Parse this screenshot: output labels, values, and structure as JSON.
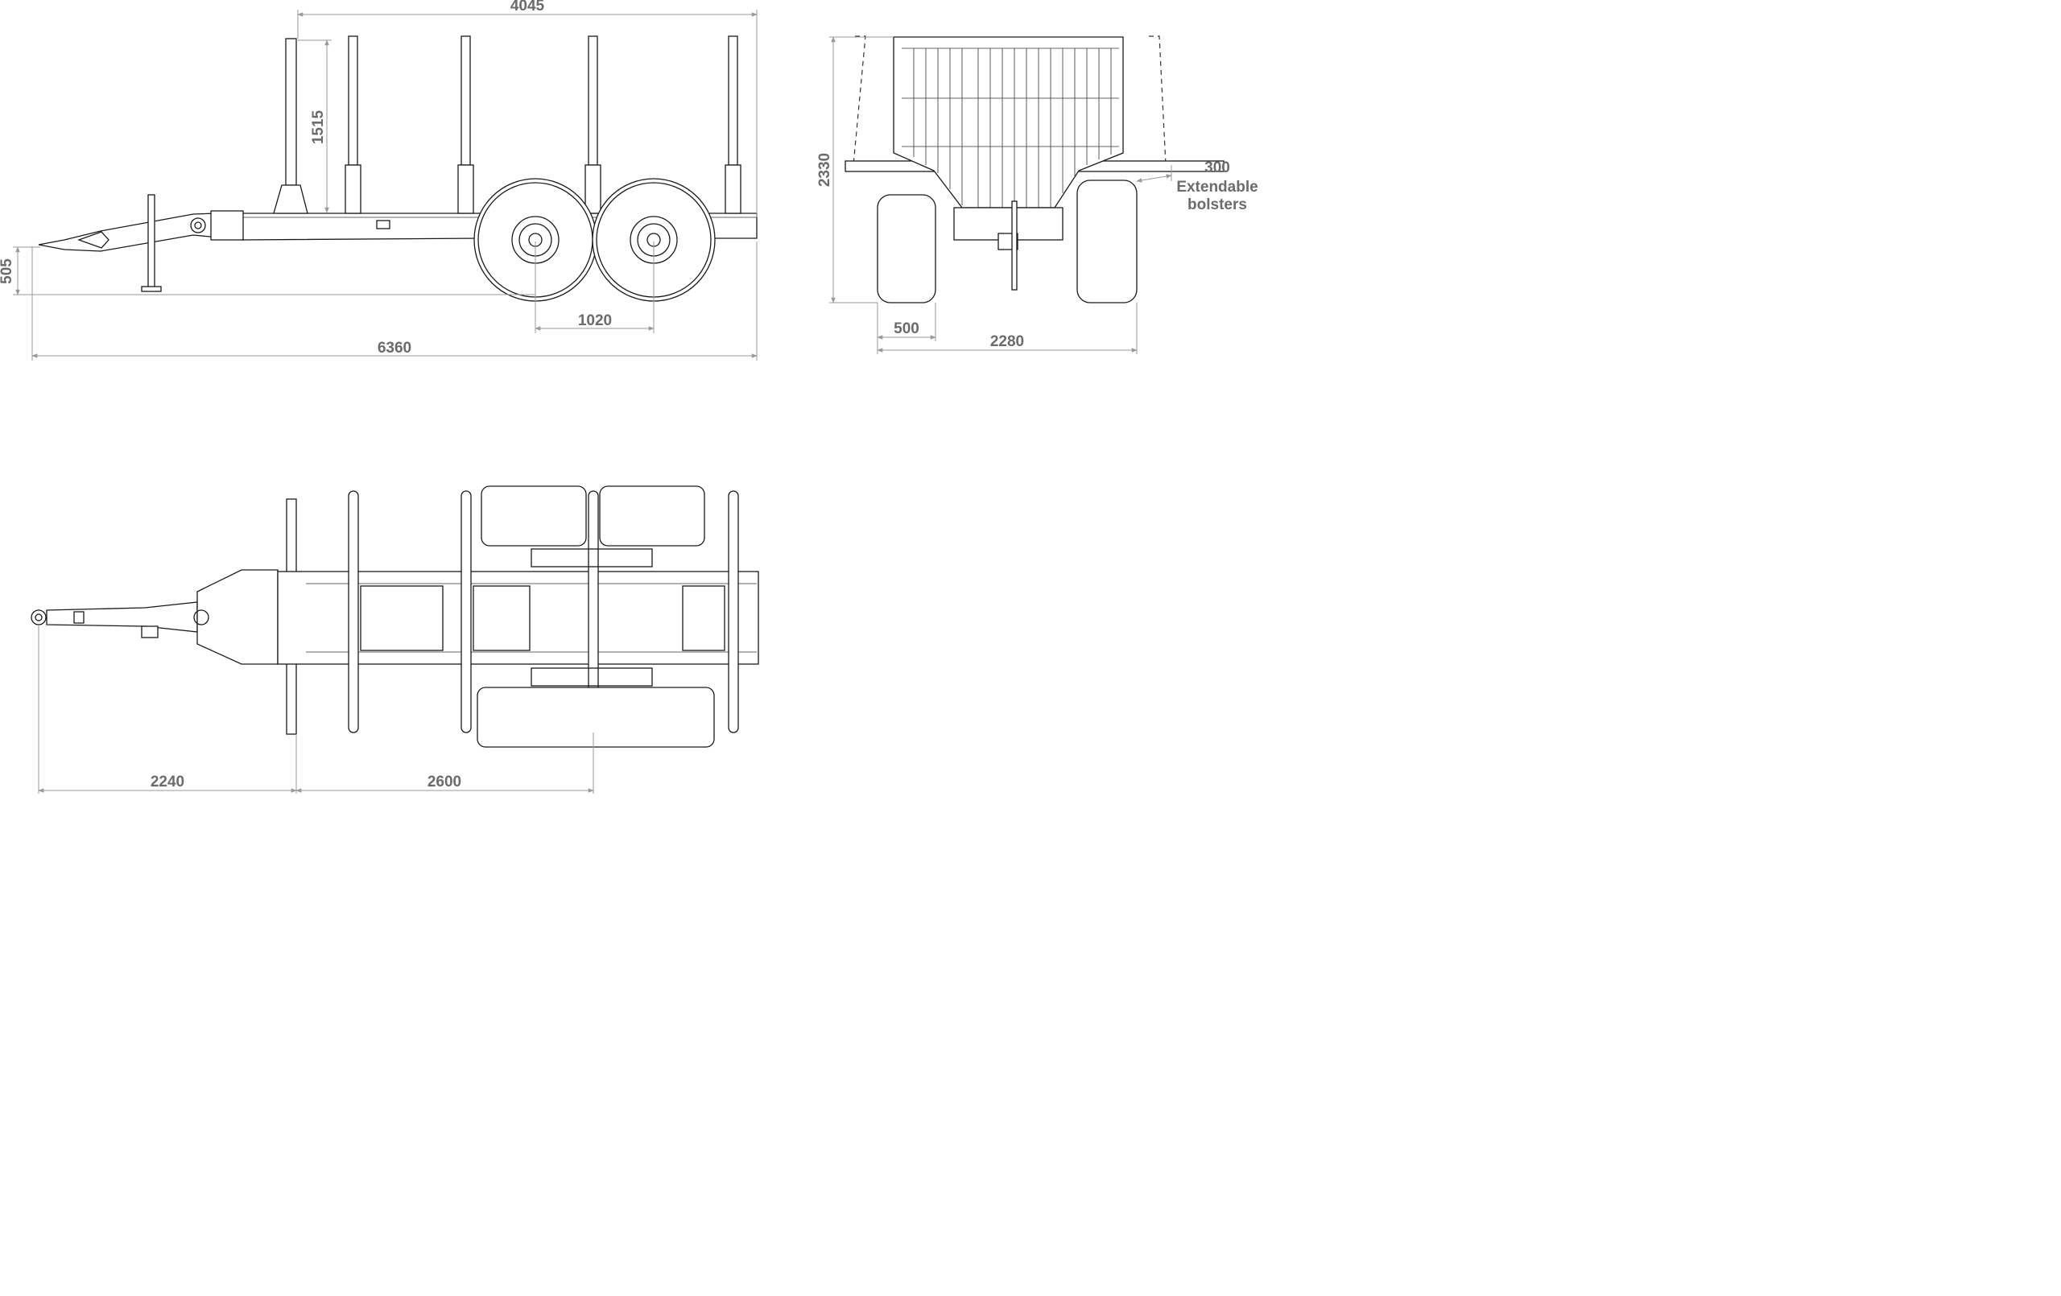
{
  "dimensions": {
    "overall_length": "6360",
    "bed_length": "4045",
    "stake_height": "1515",
    "drawbar_height": "505",
    "axle_spacing": "1020",
    "overall_height": "2330",
    "tyre_width": "500",
    "overall_width": "2280",
    "bolster_extension": "300",
    "eye_to_stake": "2240",
    "stake_to_axle": "2600"
  },
  "annotations": {
    "bolster_label_line1": "Extendable",
    "bolster_label_line2": "bolsters"
  }
}
